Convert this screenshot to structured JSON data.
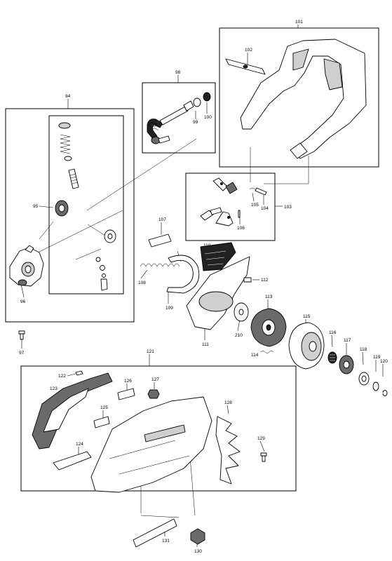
{
  "figure": {
    "type": "exploded-parts-diagram"
  },
  "callouts": {
    "c94": "94",
    "c95": "95",
    "c96": "96",
    "c97": "97",
    "c98": "98",
    "c99": "99",
    "c100": "100",
    "c101": "101",
    "c102": "102",
    "c103": "103",
    "c104": "104",
    "c105": "105",
    "c106": "106",
    "c107": "107",
    "c108": "108",
    "c109": "109",
    "c110": "110",
    "c111": "111",
    "c112": "112",
    "c113": "113",
    "c114": "114",
    "c115": "115",
    "c116": "116",
    "c117": "117",
    "c118": "118",
    "c119": "119",
    "c120": "120",
    "c121": "121",
    "c122": "122",
    "c123": "123",
    "c124": "124",
    "c125": "125",
    "c126": "126",
    "c127": "127",
    "c128": "128",
    "c129": "129",
    "c130": "130",
    "c131": "131",
    "c210": "210"
  }
}
